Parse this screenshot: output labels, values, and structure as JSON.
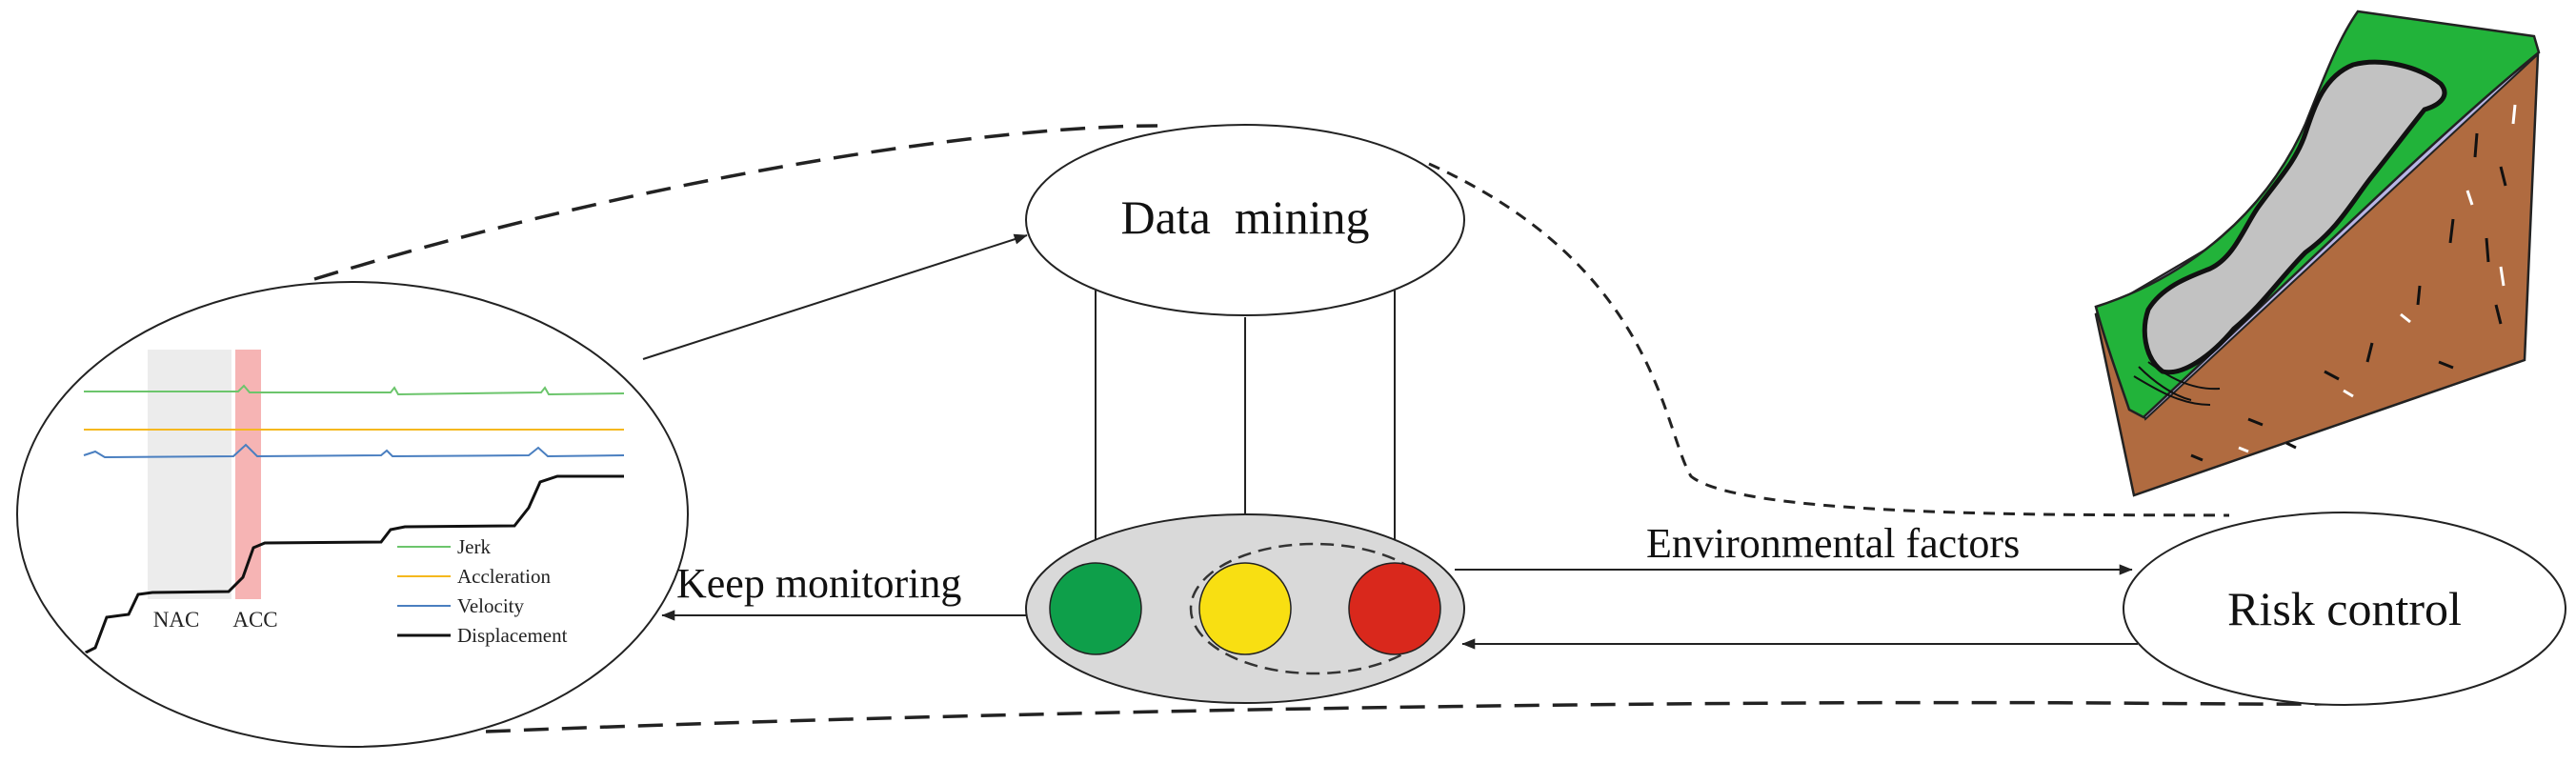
{
  "nodes": {
    "data_mining": "Data  mining",
    "risk_control": "Risk control"
  },
  "edges": {
    "keep_monitoring": "Keep monitoring",
    "environmental_factors": "Environmental factors"
  },
  "plot": {
    "regions": {
      "nac": "NAC",
      "acc": "ACC"
    },
    "legend": [
      {
        "key": "jerk",
        "label": "Jerk",
        "color": "#6cc56c"
      },
      {
        "key": "acceleration",
        "label": "Accleration",
        "color": "#f5b81e"
      },
      {
        "key": "velocity",
        "label": "Velocity",
        "color": "#4a7fc0"
      },
      {
        "key": "displacement",
        "label": "Displacement",
        "color": "#111111"
      }
    ]
  },
  "alert_levels": [
    {
      "level": "green",
      "color": "#0e9f4a"
    },
    {
      "level": "yellow",
      "color": "#f8df12"
    },
    {
      "level": "red",
      "color": "#d9281c"
    }
  ],
  "colors": {
    "slope_grass": "#22b33a",
    "slope_soil": "#b06b40",
    "slope_slide": "#c2c2c2",
    "slope_bedrock": "#b9b6e6",
    "panel_gray": "#d9d9d9",
    "nac_band": "#ececec",
    "acc_band": "#f6b4b4"
  }
}
